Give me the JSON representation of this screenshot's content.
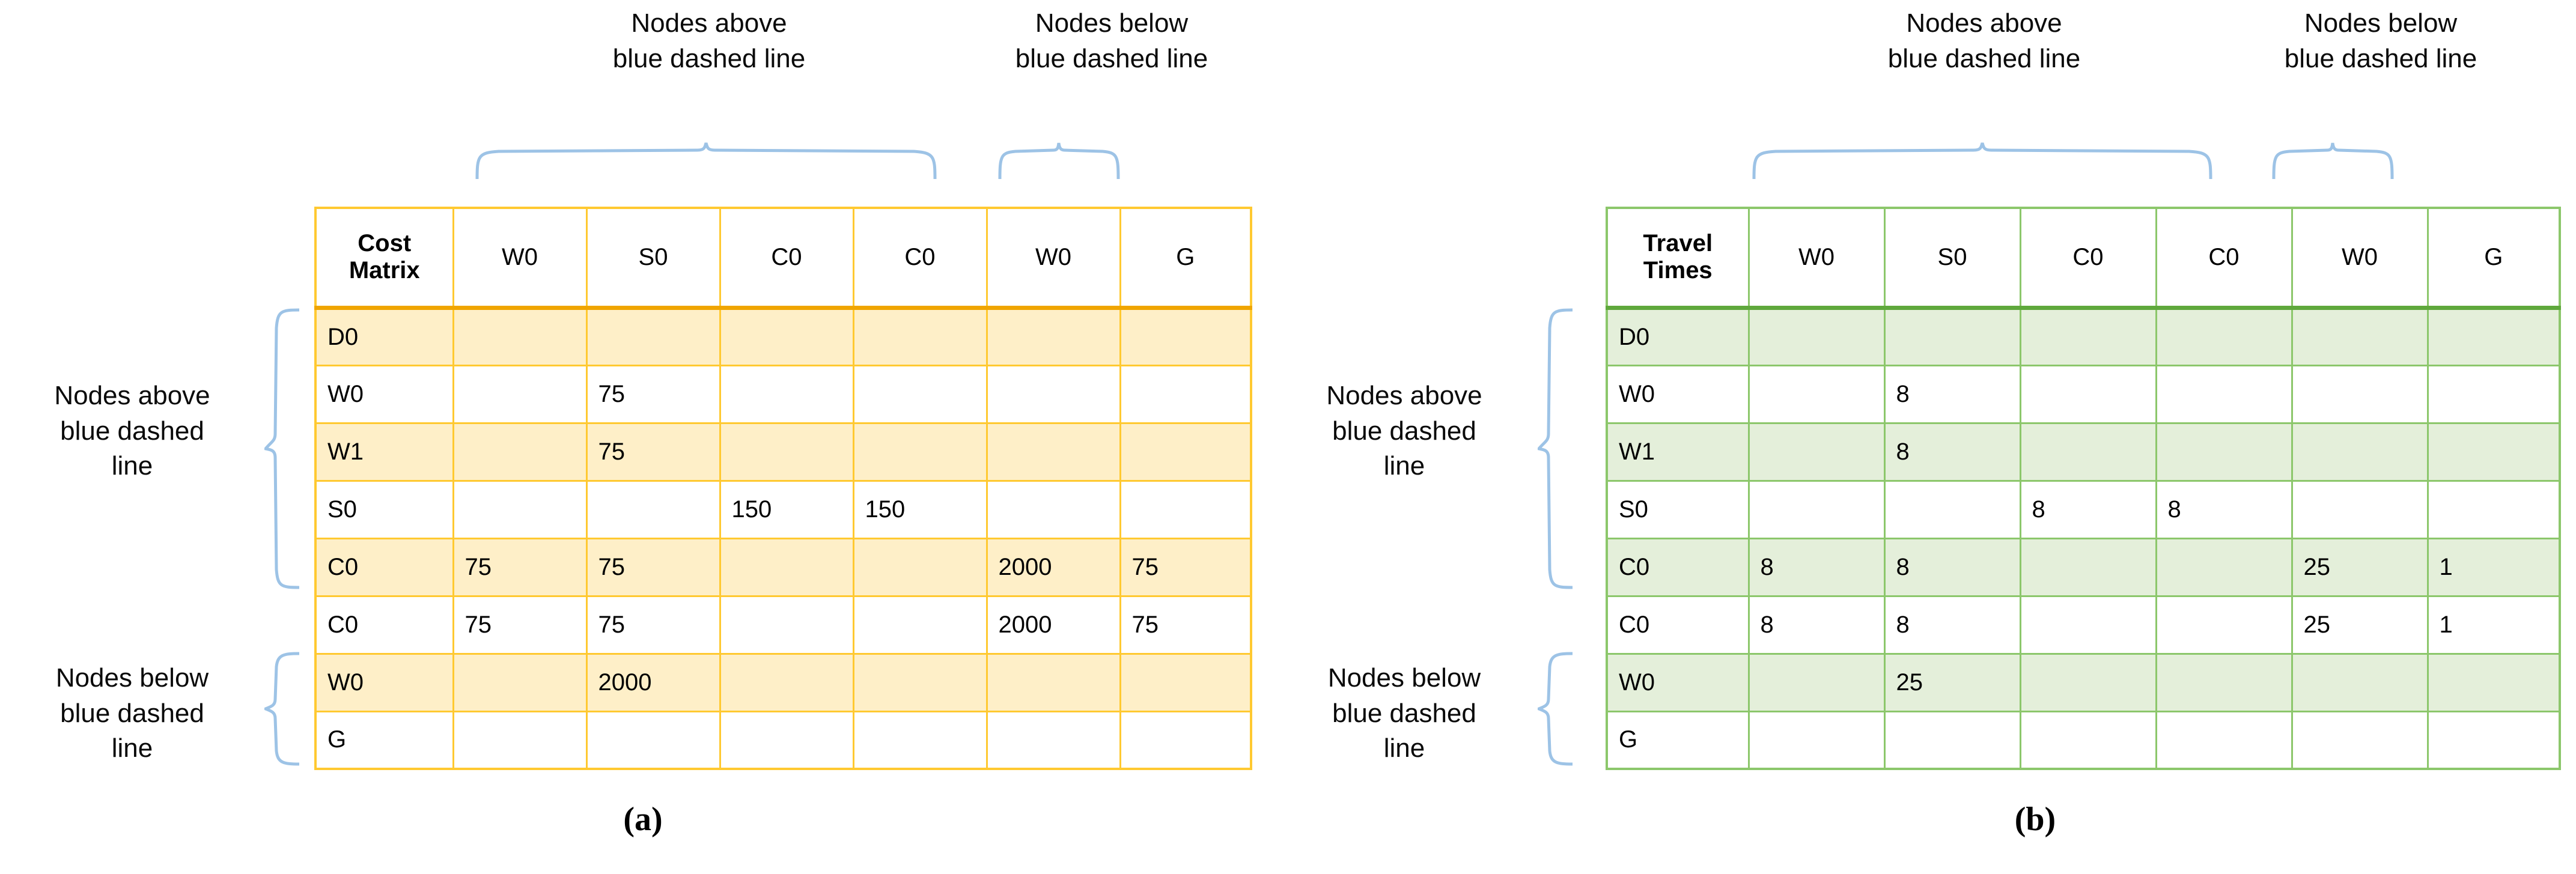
{
  "annotations": {
    "above_label": "Nodes above\nblue dashed line",
    "below_label": "Nodes below\nblue dashed line",
    "above_label_side": "Nodes above\nblue dashed\nline",
    "below_label_side": "Nodes below\nblue dashed\nline",
    "brace_color": "#9DC3E6"
  },
  "captions": {
    "a": "(a)",
    "b": "(b)"
  },
  "panel_a": {
    "corner_header": "Cost\nMatrix",
    "accent": "#FFC931",
    "accent_strong": "#F0A500",
    "tint": "#FEEFC8",
    "columns": [
      "W0",
      "S0",
      "C0",
      "C0",
      "W0",
      "G"
    ],
    "row_labels": [
      "D0",
      "W0",
      "W1",
      "S0",
      "C0",
      "C0",
      "W0",
      "G"
    ],
    "rows": [
      {
        "label": "D0",
        "tint": true,
        "values": [
          "",
          "",
          "",
          "",
          "",
          ""
        ]
      },
      {
        "label": "W0",
        "tint": false,
        "values": [
          "",
          "75",
          "",
          "",
          "",
          ""
        ]
      },
      {
        "label": "W1",
        "tint": true,
        "values": [
          "",
          "75",
          "",
          "",
          "",
          ""
        ]
      },
      {
        "label": "S0",
        "tint": false,
        "values": [
          "",
          "",
          "150",
          "150",
          "",
          ""
        ]
      },
      {
        "label": "C0",
        "tint": true,
        "values": [
          "75",
          "75",
          "",
          "",
          "2000",
          "75"
        ]
      },
      {
        "label": "C0",
        "tint": false,
        "values": [
          "75",
          "75",
          "",
          "",
          "2000",
          "75"
        ]
      },
      {
        "label": "W0",
        "tint": true,
        "values": [
          "",
          "2000",
          "",
          "",
          "",
          ""
        ]
      },
      {
        "label": "G",
        "tint": false,
        "values": [
          "",
          "",
          "",
          "",
          "",
          ""
        ]
      }
    ]
  },
  "panel_b": {
    "corner_header": "Travel\nTimes",
    "accent": "#8CC76B",
    "accent_strong": "#5FA83C",
    "tint": "#E4EFDA",
    "columns": [
      "W0",
      "S0",
      "C0",
      "C0",
      "W0",
      "G"
    ],
    "row_labels": [
      "D0",
      "W0",
      "W1",
      "S0",
      "C0",
      "C0",
      "W0",
      "G"
    ],
    "rows": [
      {
        "label": "D0",
        "tint": true,
        "values": [
          "",
          "",
          "",
          "",
          "",
          ""
        ]
      },
      {
        "label": "W0",
        "tint": false,
        "values": [
          "",
          "8",
          "",
          "",
          "",
          ""
        ]
      },
      {
        "label": "W1",
        "tint": true,
        "values": [
          "",
          "8",
          "",
          "",
          "",
          ""
        ]
      },
      {
        "label": "S0",
        "tint": false,
        "values": [
          "",
          "",
          "8",
          "8",
          "",
          ""
        ]
      },
      {
        "label": "C0",
        "tint": true,
        "values": [
          "8",
          "8",
          "",
          "",
          "25",
          "1"
        ]
      },
      {
        "label": "C0",
        "tint": false,
        "values": [
          "8",
          "8",
          "",
          "",
          "25",
          "1"
        ]
      },
      {
        "label": "W0",
        "tint": true,
        "values": [
          "",
          "25",
          "",
          "",
          "",
          ""
        ]
      },
      {
        "label": "G",
        "tint": false,
        "values": [
          "",
          "",
          "",
          "",
          "",
          ""
        ]
      }
    ]
  },
  "chart_data": {
    "type": "table",
    "title": "Cost Matrix and Travel Times between nodes",
    "panels": [
      {
        "id": "a",
        "caption": "(a)",
        "title": "Cost Matrix",
        "columns": [
          "W0",
          "S0",
          "C0",
          "C0",
          "W0",
          "G"
        ],
        "rows": [
          "D0",
          "W0",
          "W1",
          "S0",
          "C0",
          "C0",
          "W0",
          "G"
        ],
        "values": [
          [
            null,
            null,
            null,
            null,
            null,
            null
          ],
          [
            null,
            75,
            null,
            null,
            null,
            null
          ],
          [
            null,
            75,
            null,
            null,
            null,
            null
          ],
          [
            null,
            null,
            150,
            150,
            null,
            null
          ],
          [
            75,
            75,
            null,
            null,
            2000,
            75
          ],
          [
            75,
            75,
            null,
            null,
            2000,
            75
          ],
          [
            null,
            2000,
            null,
            null,
            null,
            null
          ],
          [
            null,
            null,
            null,
            null,
            null,
            null
          ]
        ],
        "column_groups": [
          {
            "label": "Nodes above blue dashed line",
            "columns": [
              "W0",
              "S0",
              "C0",
              "C0"
            ]
          },
          {
            "label": "Nodes below blue dashed line",
            "columns": [
              "W0",
              "G"
            ]
          }
        ],
        "row_groups": [
          {
            "label": "Nodes above blue dashed line",
            "rows": [
              "D0",
              "W0",
              "W1",
              "S0",
              "C0",
              "C0"
            ]
          },
          {
            "label": "Nodes below blue dashed line",
            "rows": [
              "W0",
              "G"
            ]
          }
        ]
      },
      {
        "id": "b",
        "caption": "(b)",
        "title": "Travel Times",
        "columns": [
          "W0",
          "S0",
          "C0",
          "C0",
          "W0",
          "G"
        ],
        "rows": [
          "D0",
          "W0",
          "W1",
          "S0",
          "C0",
          "C0",
          "W0",
          "G"
        ],
        "values": [
          [
            null,
            null,
            null,
            null,
            null,
            null
          ],
          [
            null,
            8,
            null,
            null,
            null,
            null
          ],
          [
            null,
            8,
            null,
            null,
            null,
            null
          ],
          [
            null,
            null,
            8,
            8,
            null,
            null
          ],
          [
            8,
            8,
            null,
            null,
            25,
            1
          ],
          [
            8,
            8,
            null,
            null,
            25,
            1
          ],
          [
            null,
            25,
            null,
            null,
            null,
            null
          ],
          [
            null,
            null,
            null,
            null,
            null,
            null
          ]
        ],
        "column_groups": [
          {
            "label": "Nodes above blue dashed line",
            "columns": [
              "W0",
              "S0",
              "C0",
              "C0"
            ]
          },
          {
            "label": "Nodes below blue dashed line",
            "columns": [
              "W0",
              "G"
            ]
          }
        ],
        "row_groups": [
          {
            "label": "Nodes above blue dashed line",
            "rows": [
              "D0",
              "W0",
              "W1",
              "S0",
              "C0",
              "C0"
            ]
          },
          {
            "label": "Nodes below blue dashed line",
            "rows": [
              "W0",
              "G"
            ]
          }
        ]
      }
    ]
  }
}
